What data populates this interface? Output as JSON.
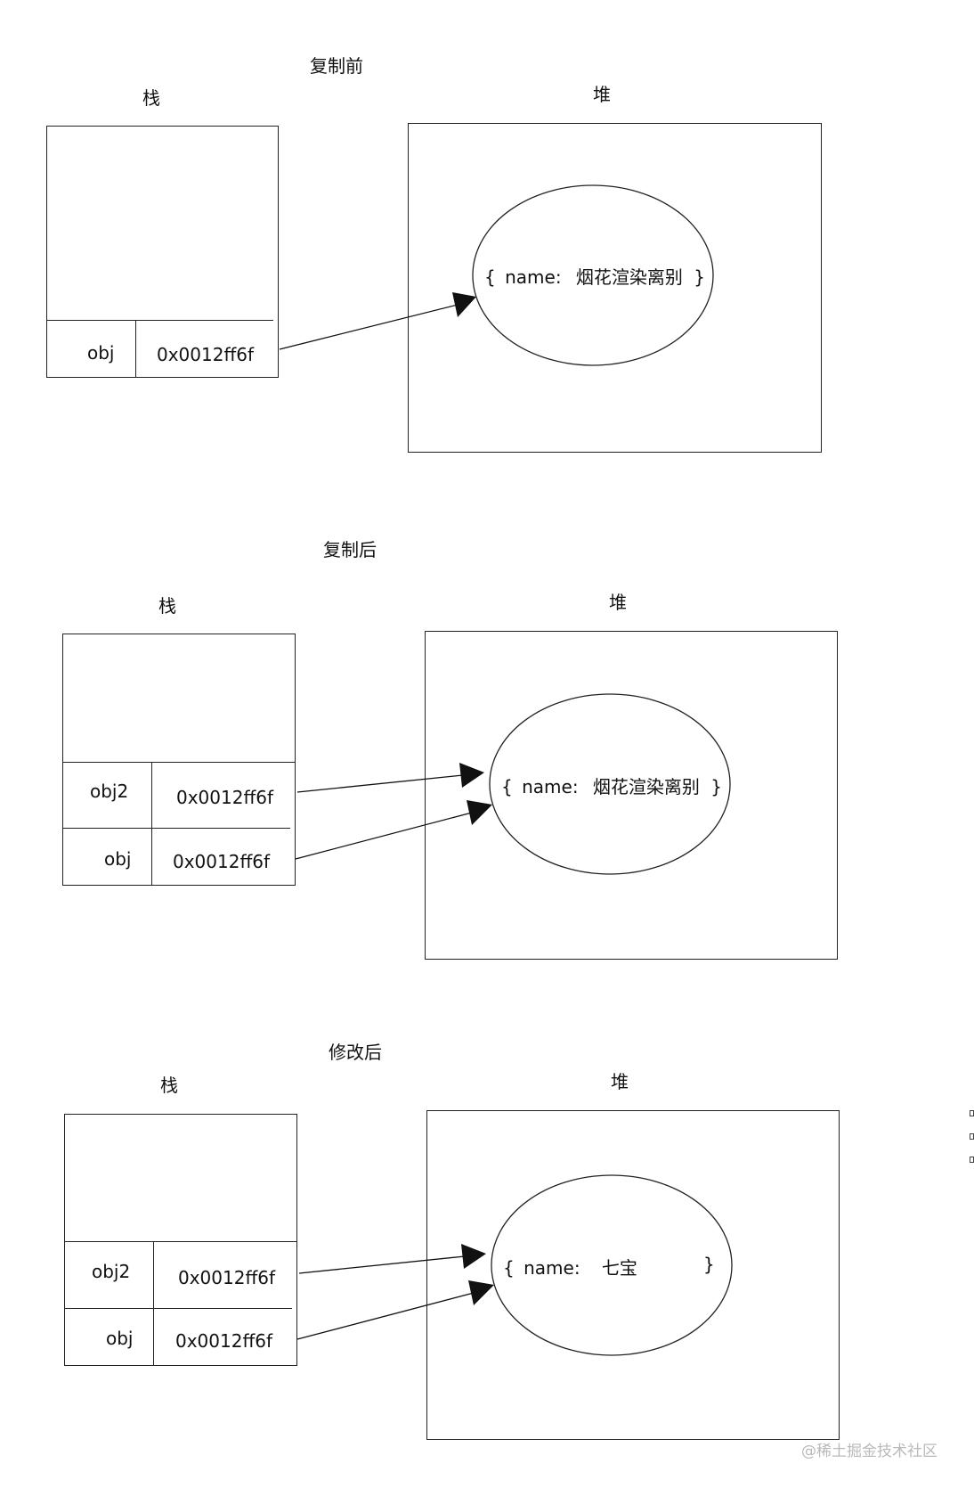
{
  "diagrams": [
    {
      "title": "复制前",
      "stack_label": "栈",
      "heap_label": "堆",
      "rows": [
        {
          "name": "obj",
          "address": "0x0012ff6f"
        }
      ],
      "heap": {
        "open": "{",
        "key": "name:",
        "value": "烟花渲染离别",
        "close": "}"
      }
    },
    {
      "title": "复制后",
      "stack_label": "栈",
      "heap_label": "堆",
      "rows": [
        {
          "name": "obj2",
          "address": "0x0012ff6f"
        },
        {
          "name": "obj",
          "address": "0x0012ff6f"
        }
      ],
      "heap": {
        "open": "{",
        "key": "name:",
        "value": "烟花渲染离别",
        "close": "}"
      }
    },
    {
      "title": "修改后",
      "stack_label": "栈",
      "heap_label": "堆",
      "rows": [
        {
          "name": "obj2",
          "address": "0x0012ff6f"
        },
        {
          "name": "obj",
          "address": "0x0012ff6f"
        }
      ],
      "heap": {
        "open": "{",
        "key": "name:",
        "value": "七宝",
        "close": "}"
      }
    }
  ],
  "watermark": "@稀土掘金技术社区"
}
